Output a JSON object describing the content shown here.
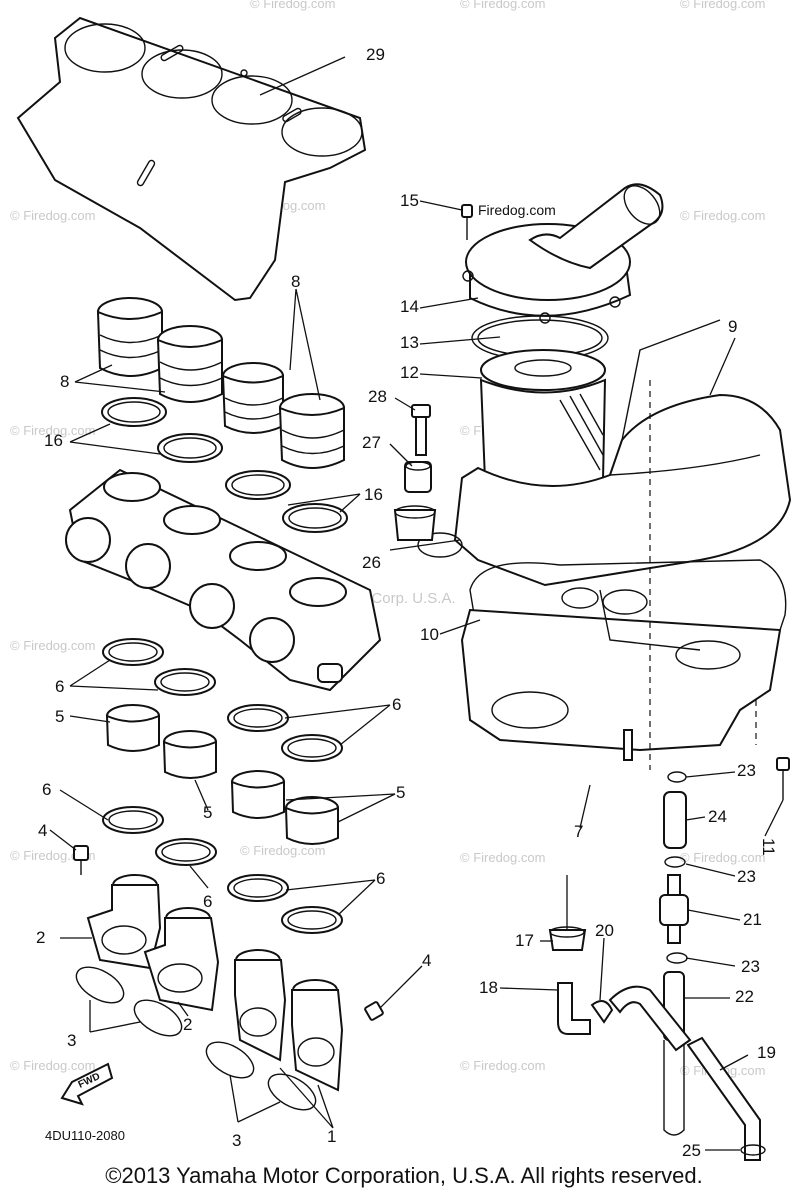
{
  "diagram_code": "4DU110-2080",
  "copyright": "©2013 Yamaha Motor Corporation, U.S.A. All rights reserved.",
  "center_watermark": "Yamaha Motor Corp. U.S.A.",
  "fwd_label": "FWD",
  "watermark_text": "© Firedog.com",
  "top_brand": "Firedog.com",
  "callouts": [
    "29",
    "15",
    "14",
    "13",
    "12",
    "9",
    "8",
    "8",
    "28",
    "27",
    "26",
    "16",
    "16",
    "10",
    "6",
    "6",
    "5",
    "6",
    "5",
    "5",
    "4",
    "6",
    "6",
    "2",
    "3",
    "2",
    "4",
    "17",
    "20",
    "18",
    "21",
    "22",
    "19",
    "23",
    "23",
    "23",
    "24",
    "7",
    "11",
    "1",
    "3",
    "25"
  ],
  "colors": {
    "line": "#111111",
    "watermark": "#c9c9c9",
    "background": "#ffffff"
  }
}
